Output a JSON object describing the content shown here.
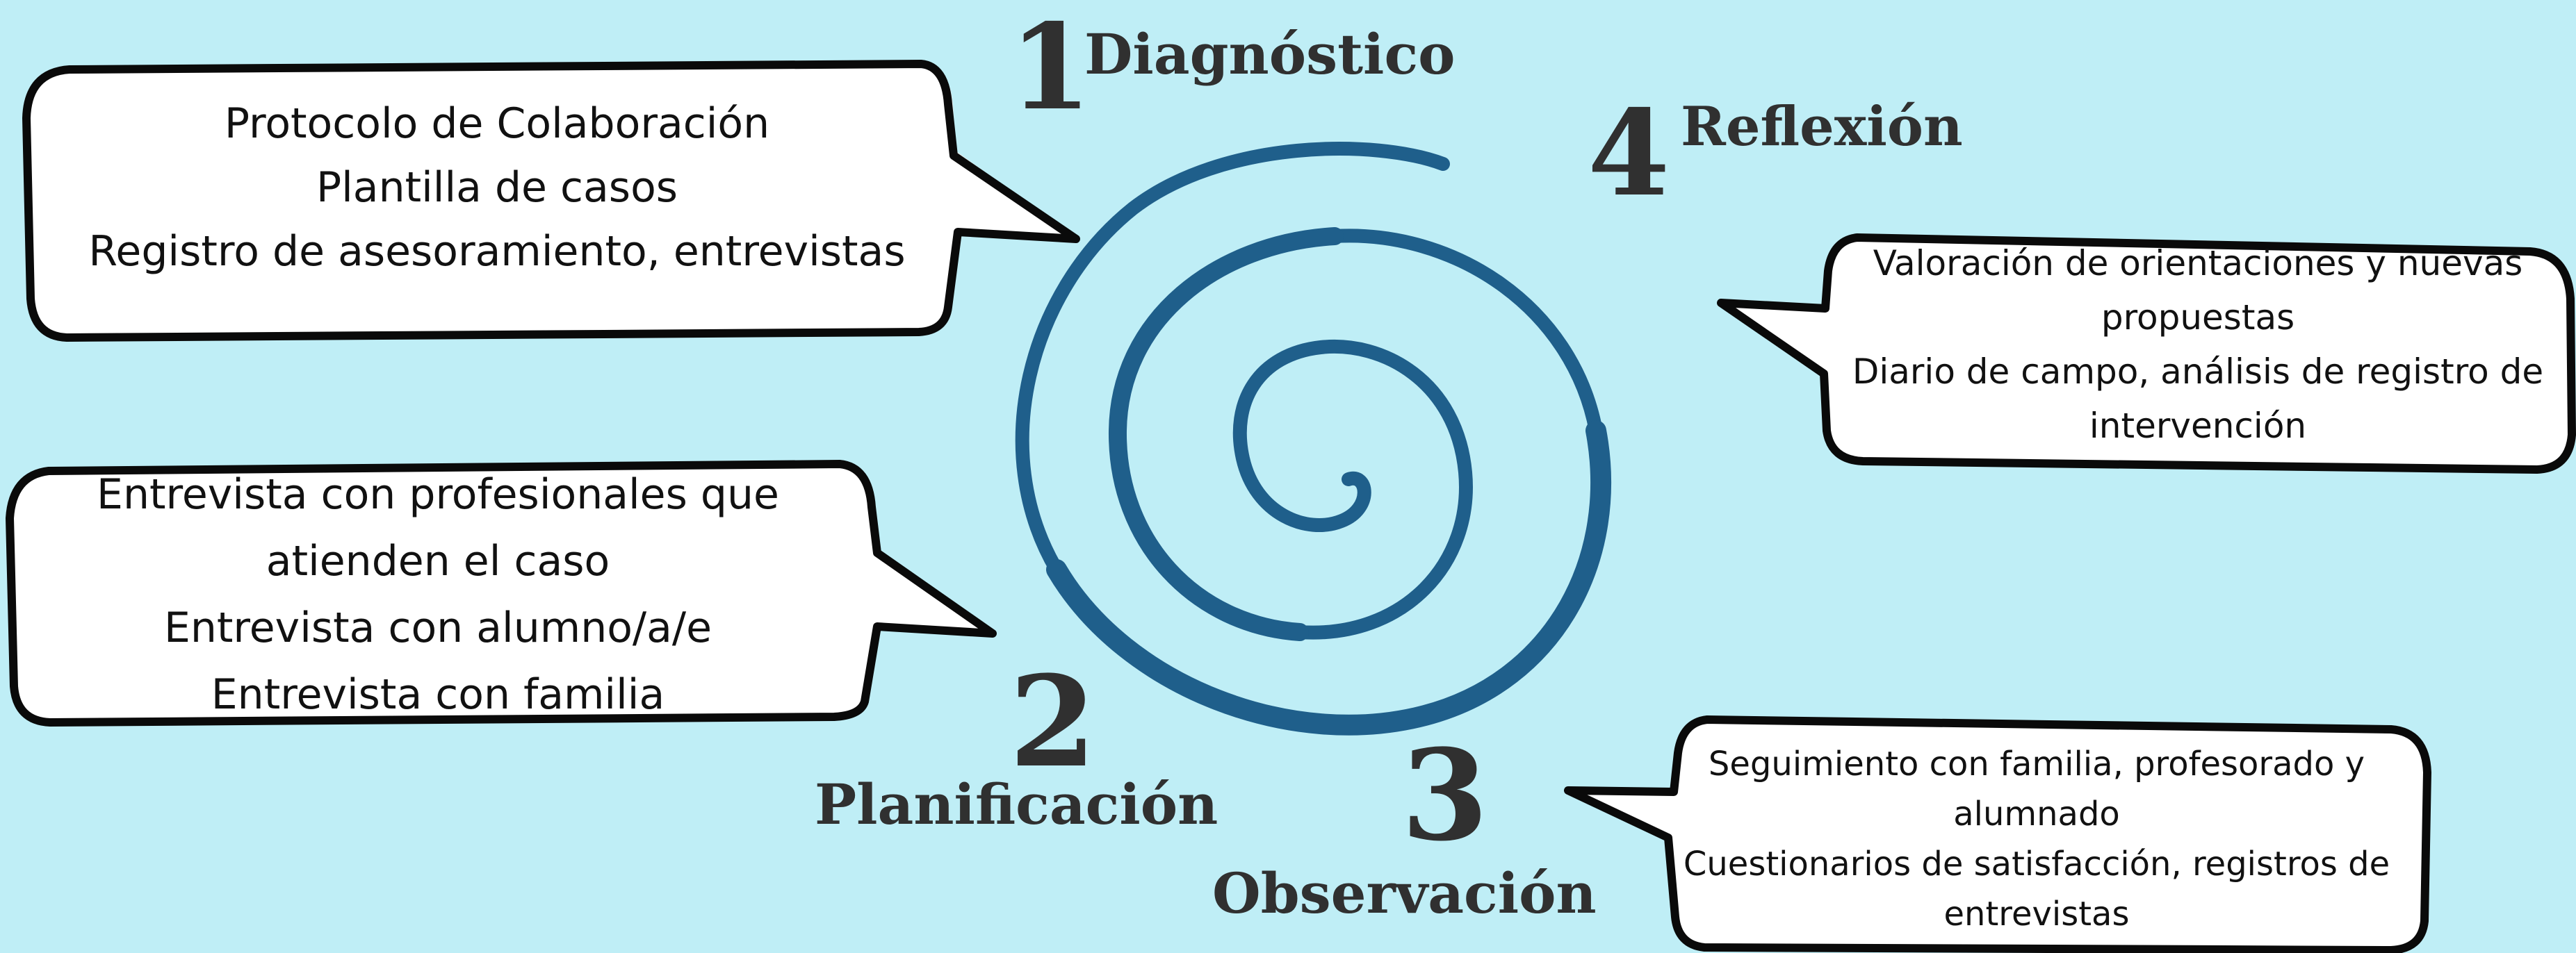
{
  "colors": {
    "background": "#bfeef6",
    "spiral": "#1f5f8b",
    "bubble_fill": "#ffffff",
    "bubble_shadow": "#e8e8e8",
    "bubble_outline": "#0a0a0a",
    "heading_text": "#303030"
  },
  "steps": [
    {
      "number": "1",
      "title": "Diagnóstico"
    },
    {
      "number": "2",
      "title": "Planificación"
    },
    {
      "number": "3",
      "title": "Observación"
    },
    {
      "number": "4",
      "title": "Reflexión"
    }
  ],
  "bubbles": {
    "diagnostico": {
      "lines": [
        "Protocolo de Colaboración",
        "Plantilla de casos",
        "Registro de asesoramiento, entrevistas"
      ]
    },
    "planificacion": {
      "lines": [
        "Entrevista con profesionales que",
        "atienden el caso",
        "Entrevista con alumno/a/e",
        "Entrevista con familia"
      ]
    },
    "observacion": {
      "lines": [
        "Seguimiento con familia, profesorado y",
        "alumnado",
        "Cuestionarios de satisfacción, registros de",
        "entrevistas"
      ]
    },
    "reflexion": {
      "lines": [
        "Valoración de orientaciones y nuevas",
        "propuestas",
        "Diario de campo, análisis de registro de",
        "intervención"
      ]
    }
  }
}
